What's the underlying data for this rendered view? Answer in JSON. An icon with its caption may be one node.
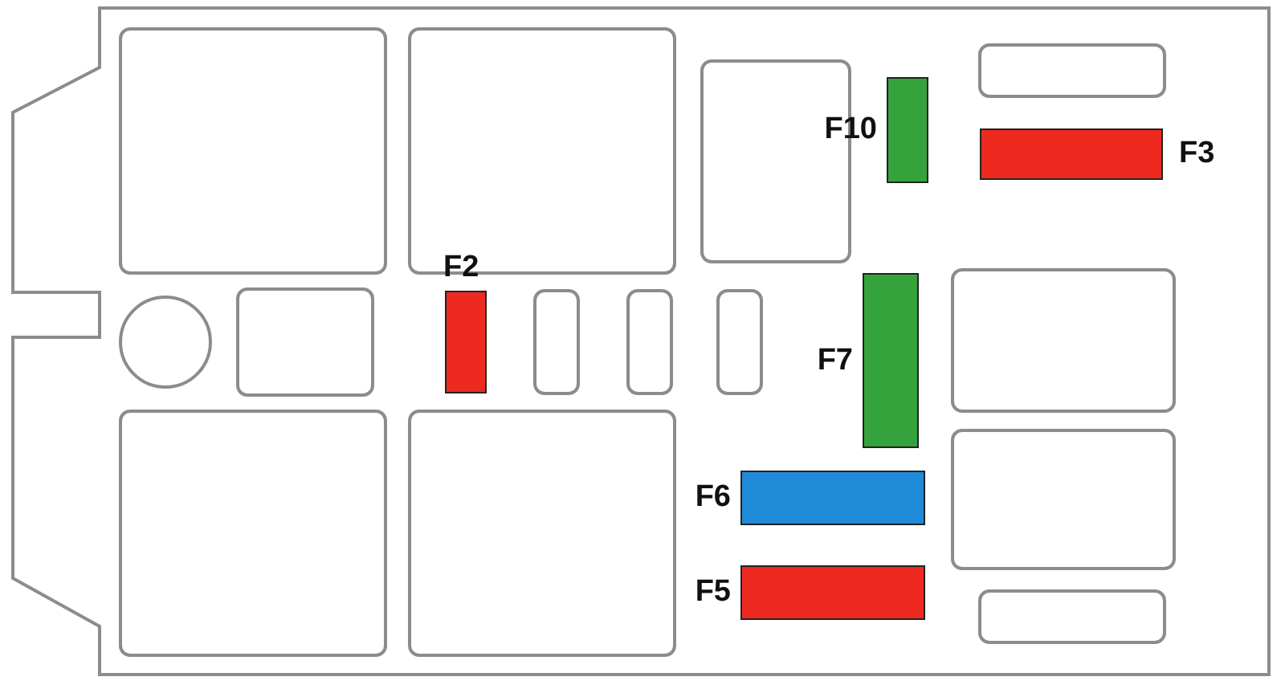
{
  "diagram": {
    "nodes": [
      {
        "text": [],
        "shape": "bar",
        "beside": [
          "F10"
        ]
      },
      {
        "text": [],
        "shape": "bar",
        "beside": [
          "F3"
        ]
      },
      {
        "text": [],
        "shape": "bar",
        "beside": [
          "F2"
        ]
      },
      {
        "text": [],
        "shape": "bar",
        "beside": [
          "F7"
        ]
      },
      {
        "text": [],
        "shape": "bar",
        "beside": [
          "F6"
        ]
      },
      {
        "text": [],
        "shape": "bar",
        "beside": [
          "F5"
        ]
      }
    ],
    "edges": []
  }
}
